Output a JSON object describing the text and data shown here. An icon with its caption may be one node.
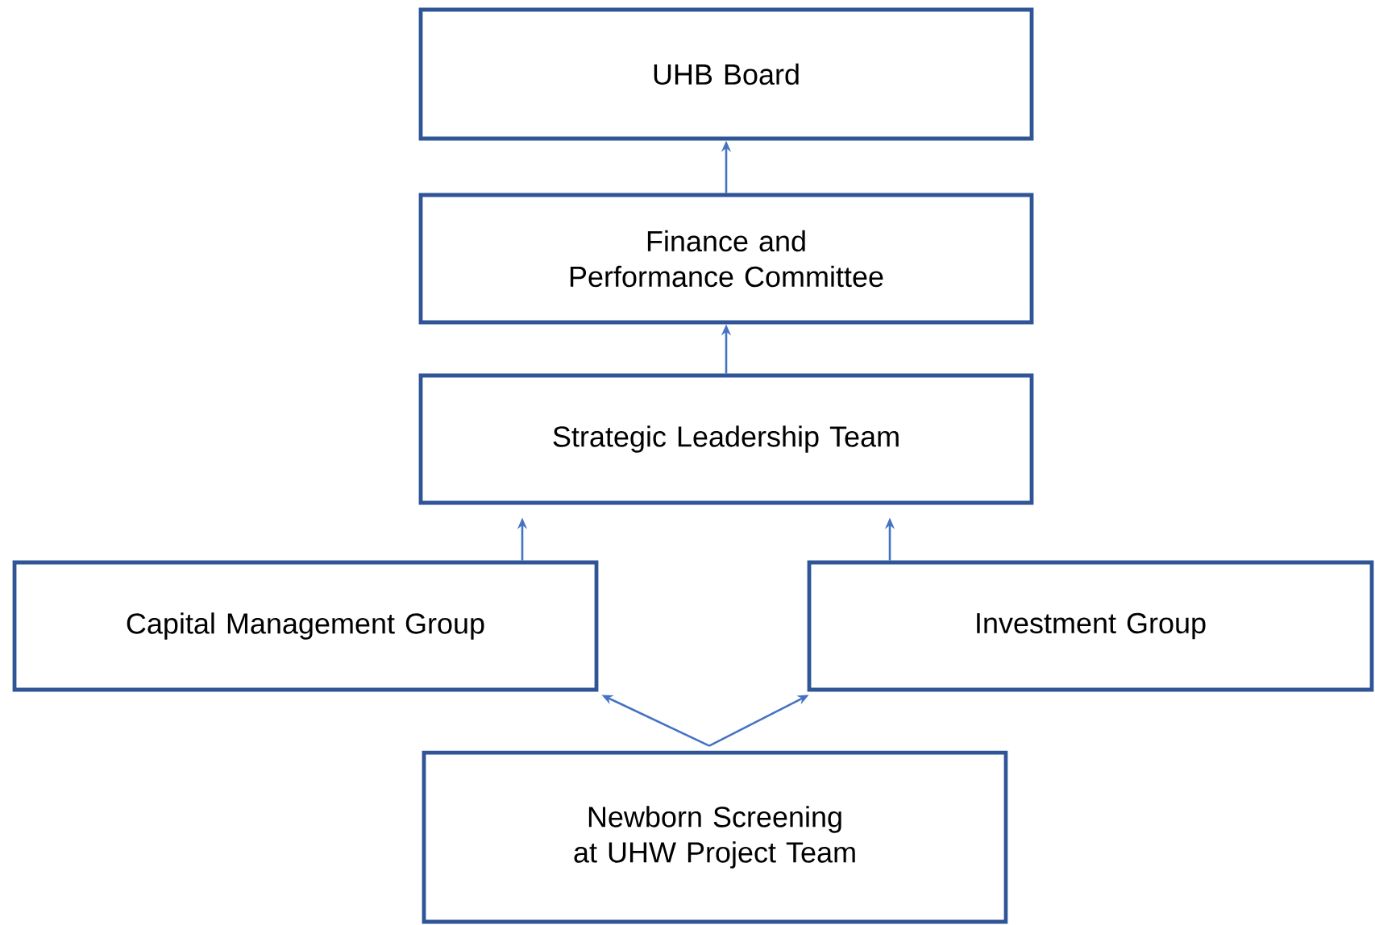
{
  "diagram": {
    "nodes": [
      {
        "text": [
          "UHB Board"
        ]
      },
      {
        "text": [
          "Finance and Performance Committee"
        ]
      },
      {
        "text": [
          "Strategic Leadership Team"
        ]
      },
      {
        "text": [
          "Capital Management Group"
        ]
      },
      {
        "text": [
          "Investment Group"
        ]
      },
      {
        "text": [
          "Newborn Screening at UHW Project Team"
        ]
      }
    ],
    "edges": [
      {
        "from": 1,
        "to": 0,
        "arrow": "to"
      },
      {
        "from": 2,
        "to": 1,
        "arrow": "to"
      },
      {
        "from": 3,
        "to": 2,
        "arrow": "to"
      },
      {
        "from": 4,
        "to": 2,
        "arrow": "to"
      },
      {
        "from": 5,
        "to": 3,
        "arrow": "to"
      },
      {
        "from": 5,
        "to": 4,
        "arrow": "to"
      }
    ]
  }
}
